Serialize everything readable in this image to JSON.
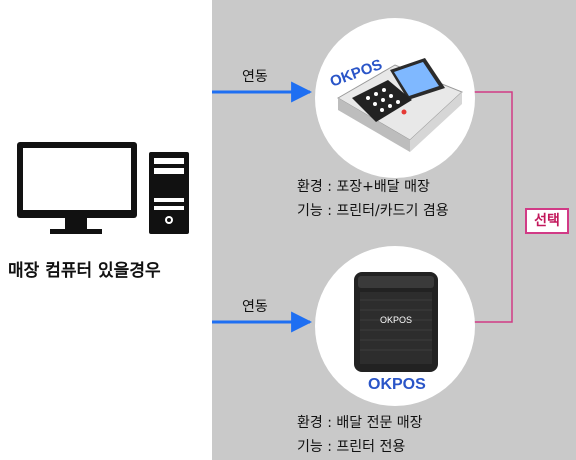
{
  "left": {
    "caption": "매장 컴퓨터 있을경우"
  },
  "top_device": {
    "link_label": "연동",
    "brand": "OKPOS",
    "info_line1": "환경 : 포장+배달 매장",
    "info_line2": "기능 : 프린터/카드기 겸용"
  },
  "bottom_device": {
    "link_label": "연동",
    "brand_on_device": "OKPOS",
    "brand_below": "OKPOS",
    "info_line1": "환경 : 배달 전문 매장",
    "info_line2": "기능 : 프린터 전용"
  },
  "select_label": "선택",
  "colors": {
    "panel_bg": "#c9c9c9",
    "arrow_blue": "#1e6ff2",
    "bracket_pink": "#d13a86",
    "brand_blue": "#2a55c8"
  }
}
